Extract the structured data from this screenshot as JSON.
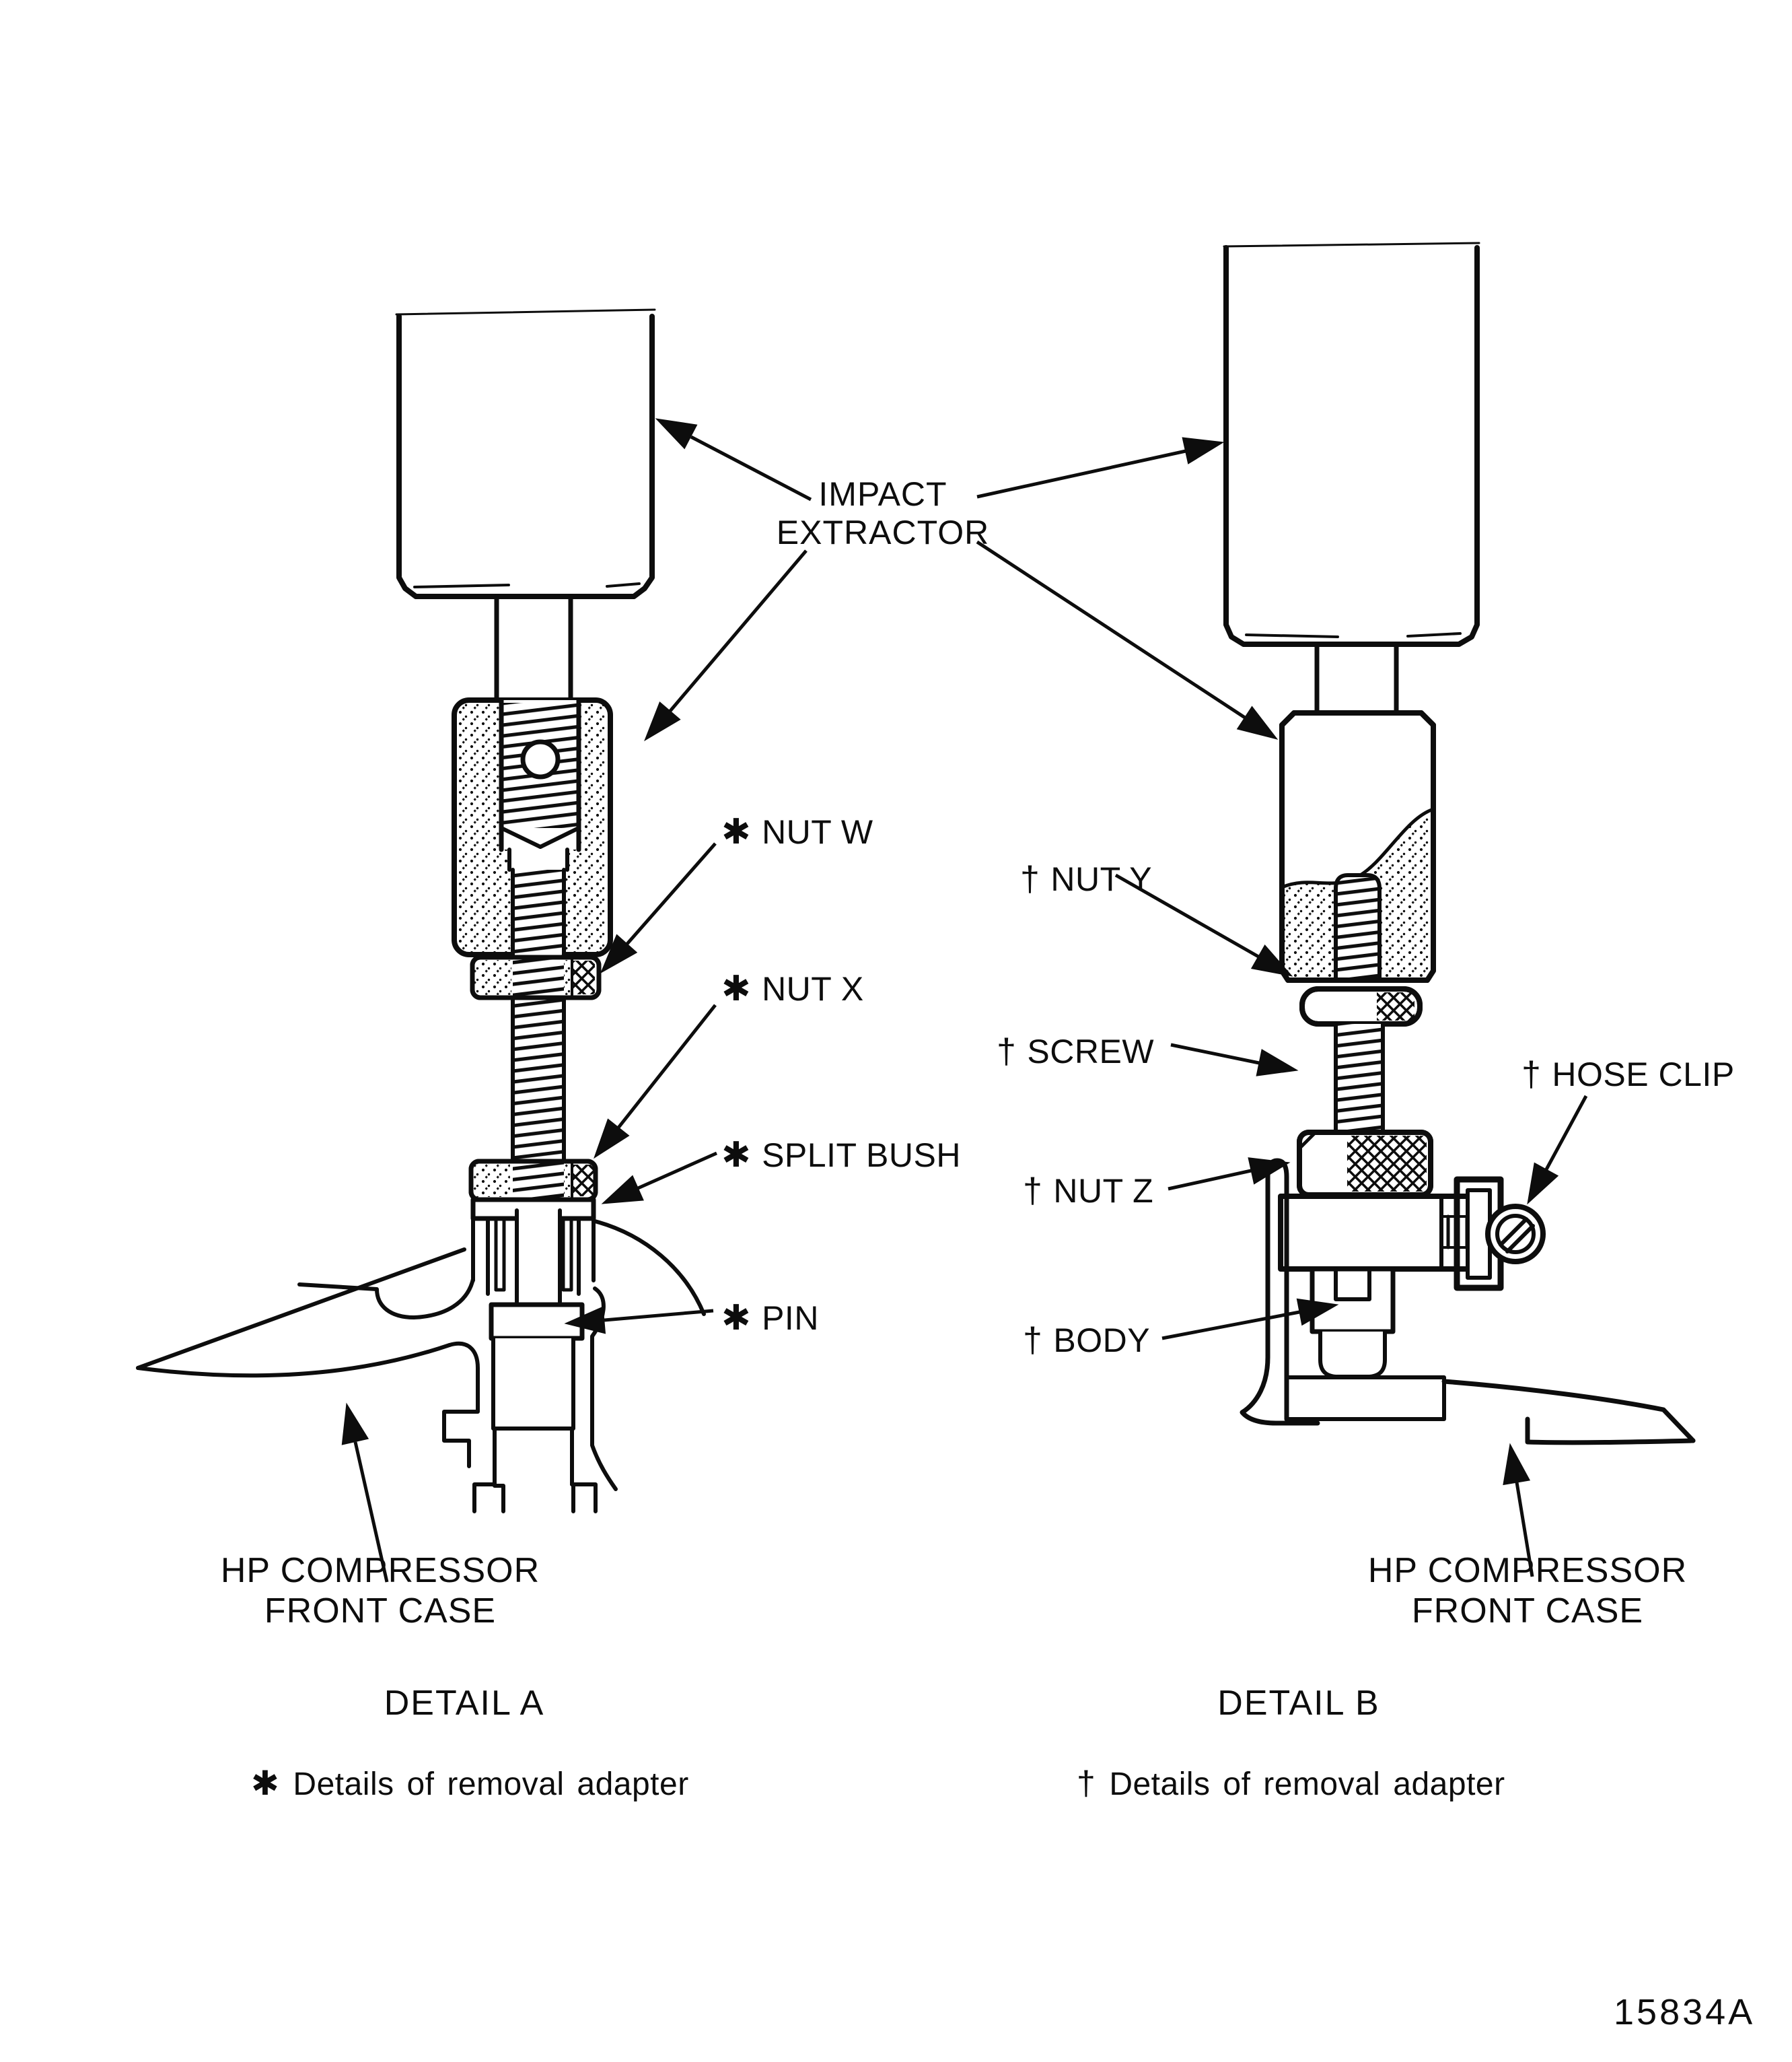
{
  "diagram": {
    "impact_extractor_label": {
      "line1": "IMPACT",
      "line2": "EXTRACTOR"
    },
    "detail_a": {
      "caption": "DETAIL A",
      "parts": [
        {
          "symbol": "✱",
          "name": "NUT W"
        },
        {
          "symbol": "✱",
          "name": "NUT X"
        },
        {
          "symbol": "✱",
          "name": "SPLIT BUSH"
        },
        {
          "symbol": "✱",
          "name": "PIN"
        }
      ],
      "case_label": {
        "line1": "HP COMPRESSOR",
        "line2": "FRONT CASE"
      },
      "footnote": {
        "symbol": "✱",
        "text": "Details of removal adapter"
      }
    },
    "detail_b": {
      "caption": "DETAIL B",
      "parts": [
        {
          "symbol": "†",
          "name": "NUT Y"
        },
        {
          "symbol": "†",
          "name": "SCREW"
        },
        {
          "symbol": "†",
          "name": "HOSE CLIP"
        },
        {
          "symbol": "†",
          "name": "NUT Z"
        },
        {
          "symbol": "†",
          "name": "BODY"
        }
      ],
      "case_label": {
        "line1": "HP COMPRESSOR",
        "line2": "FRONT CASE"
      },
      "footnote": {
        "symbol": "†",
        "text": "Details of removal adapter"
      }
    },
    "figure_number": "15834A",
    "colors": {
      "ink": "#0d0d0d",
      "paper": "#ffffff"
    }
  }
}
